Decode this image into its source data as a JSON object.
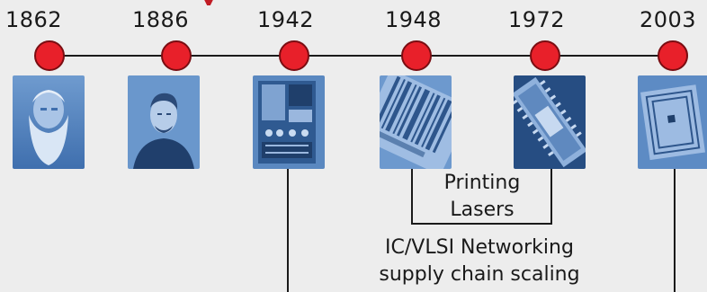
{
  "timeline": {
    "colors": {
      "line": "#1a1a1a",
      "node_fill": "#e8202a",
      "node_stroke": "#7a0d12",
      "photo_tint": "#3f6fae",
      "title": "#c11c24"
    },
    "milestones": [
      {
        "year": "1862",
        "image": "bearded-scientist-portrait"
      },
      {
        "year": "1886",
        "image": "scientist-portrait"
      },
      {
        "year": "1942",
        "image": "early-computer-machine"
      },
      {
        "year": "1948",
        "image": "barcode-label"
      },
      {
        "year": "1972",
        "image": "integrated-circuit-chip"
      },
      {
        "year": "2003",
        "image": "rfid-tag"
      }
    ]
  },
  "annotations": {
    "printing": "Printing",
    "lasers": "Lasers",
    "line1": "IC/VLSI Networking",
    "line2": "supply chain scaling"
  }
}
